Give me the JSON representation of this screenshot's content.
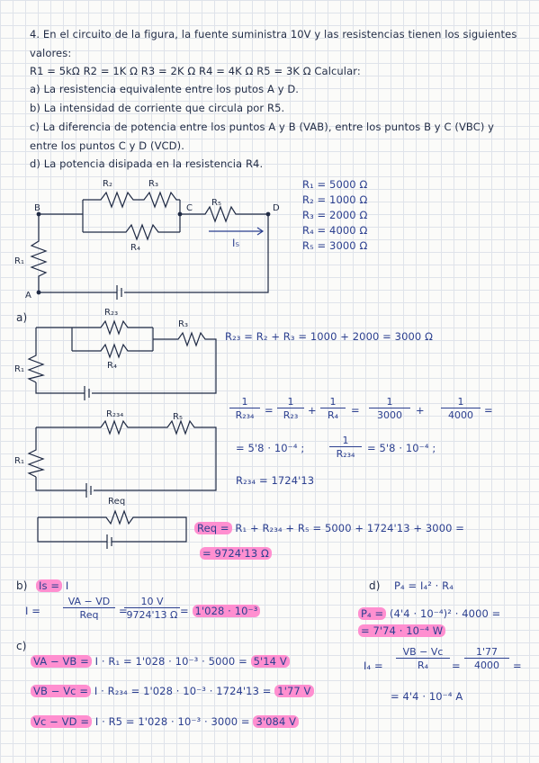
{
  "problem": {
    "line1": "4. En el circuito de la figura, la fuente suministra 10V y las resistencias tienen los siguientes",
    "line2": "valores:",
    "line3": "R1 = 5kΩ   R2 = 1K Ω   R3 = 2K Ω  R4 = 4K Ω  R5 = 3K Ω  Calcular:",
    "a": "a) La resistencia equivalente entre los putos A y D.",
    "b": "b) La intensidad de corriente que circula por R5.",
    "c1": "c) La diferencia de potencia entre los puntos A y B (VAB), entre los puntos B y C (VBC) y",
    "c2": "entre los puntos C y D (VCD).",
    "d": "d) La potencia disipada en la resistencia R4."
  },
  "circuit": {
    "labels": {
      "B": "B",
      "C": "C",
      "D": "D",
      "A": "A",
      "R1": "R₁",
      "R2": "R₂",
      "R3": "R₃",
      "R4": "R₄",
      "R5": "R₅",
      "I5": "I₅"
    },
    "values": [
      "R₁ = 5000 Ω",
      "R₂ = 1000 Ω",
      "R₃ = 2000 Ω",
      "R₄ = 4000 Ω",
      "R₅ = 3000 Ω"
    ]
  },
  "part_a": {
    "label": "a)",
    "c1": {
      "r23": "R₂₃",
      "r3": "R₃",
      "r4": "R₄",
      "r1": "R₁"
    },
    "r23_eq": "R₂₃ = R₂ + R₃ = 1000 + 2000 = 3000 Ω",
    "c2": {
      "r234": "R₂₃₄",
      "r5": "R₅",
      "r1": "R₁"
    },
    "frac1_num": "1",
    "frac1_den": "R₂₃₄",
    "frac2_num": "1",
    "frac2_den": "R₂₃",
    "frac3_num": "1",
    "frac3_den": "R₄",
    "frac4_num": "1",
    "frac4_den": "3000",
    "frac5_num": "1",
    "frac5_den": "4000",
    "step2a": "= 5'8 · 10⁻⁴ ;",
    "frac6_num": "1",
    "frac6_den": "R₂₃₄",
    "step2b": "= 5'8 · 10⁻⁴ ;",
    "r234_res": "R₂₃₄ = 1724'13",
    "c3": {
      "req": "Req"
    },
    "req_hl": "Req =",
    "req_line": "R₁ + R₂₃₄ + R₅ = 5000 + 1724'13 + 3000 =",
    "req_result": "= 9724'13 Ω"
  },
  "part_b": {
    "label": "b)",
    "is_hl": "Is =",
    "is_eq": "I",
    "i_lhs": "I =",
    "frac_num": "VA − VD",
    "frac_den": "Req",
    "frac2_num": "10 V",
    "frac2_den": "9724'13 Ω",
    "result": "1'028 · 10⁻³"
  },
  "part_c": {
    "label": "c)",
    "vab_hl": "VA − VB =",
    "vab_mid": "I · R₁ = 1'028 · 10⁻³ · 5000 =",
    "vab_res": "5'14 V",
    "vbc_hl": "VB − Vc =",
    "vbc_mid": "I · R₂₃₄ = 1'028 · 10⁻³ · 1724'13 =",
    "vbc_res": "1'77 V",
    "vcd_hl": "Vc − VD =",
    "vcd_mid": "I · R5 = 1'028 · 10⁻³ · 3000 =",
    "vcd_res": "3'084 V"
  },
  "part_d": {
    "label": "d)",
    "p_formula": "P₄ = I₄² · R₄",
    "p_hl": "P₄ =",
    "p_calc": "(4'4 · 10⁻⁴)² · 4000 =",
    "p_result": "= 7'74 · 10⁻⁴ W",
    "i4_lhs": "I₄ =",
    "frac_num": "VB − Vc",
    "frac_den": "R₄",
    "frac2_num": "1'77",
    "frac2_den": "4000",
    "i4_result": "= 4'4 · 10⁻⁴ A"
  }
}
